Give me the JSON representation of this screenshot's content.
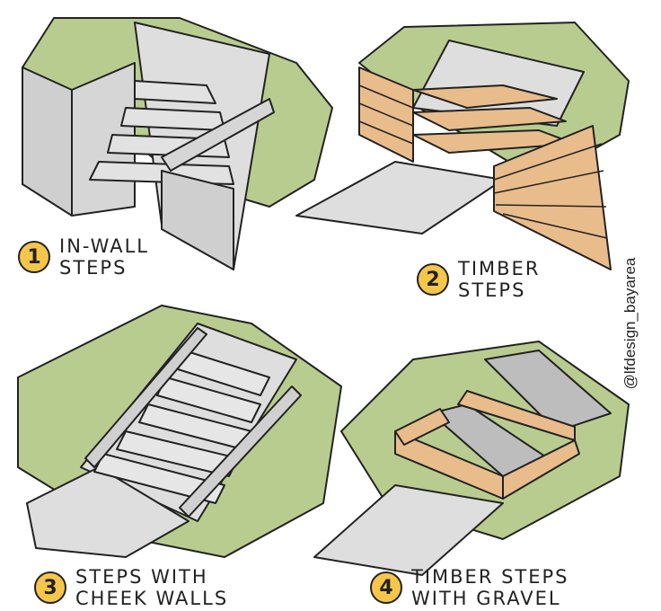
{
  "panels": [
    {
      "number": "1",
      "line1": "IN-WALL",
      "line2": "STEPS"
    },
    {
      "number": "2",
      "line1": "TIMBER",
      "line2": "STEPS"
    },
    {
      "number": "3",
      "line1": "STEPS WITH",
      "line2": "CHEEK WALLS"
    },
    {
      "number": "4",
      "line1": "TIMBER STEPS",
      "line2": "WITH GRAVEL"
    }
  ],
  "watermark": "@lfdesign_bayarea",
  "colors": {
    "grass": "#b9cc8f",
    "concrete": "#dedede",
    "wall": "#cfcfcf",
    "timber": "#e9bc8c",
    "gravel": "#bdbdbd",
    "badge": "#f5c64a"
  }
}
